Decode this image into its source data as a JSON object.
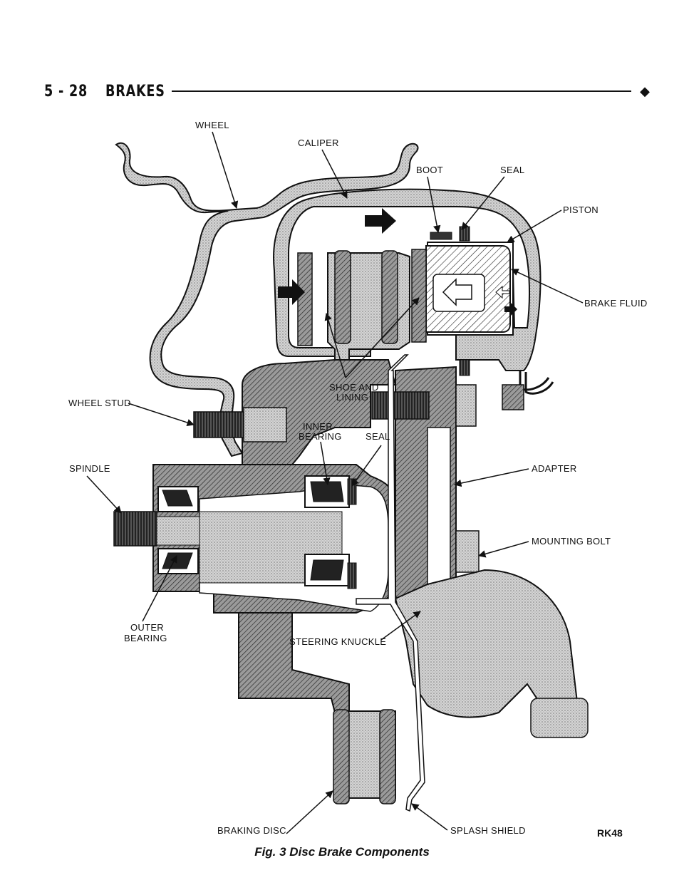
{
  "header": {
    "page_number": "5 - 28",
    "section_title": "BRAKES",
    "end_mark": "◆"
  },
  "labels": {
    "wheel": "WHEEL",
    "caliper": "CALIPER",
    "boot": "BOOT",
    "seal_top": "SEAL",
    "piston": "PISTON",
    "brake_fluid": "BRAKE FLUID",
    "shoe_and_lining_1": "SHOE AND",
    "shoe_and_lining_2": "LINING",
    "wheel_stud": "WHEEL STUD",
    "inner_bearing_1": "INNER",
    "inner_bearing_2": "BEARING",
    "seal_lower": "SEAL",
    "spindle": "SPINDLE",
    "adapter": "ADAPTER",
    "mounting_bolt": "MOUNTING BOLT",
    "outer_bearing_1": "OUTER",
    "outer_bearing_2": "BEARING",
    "steering_knuckle": "STEERING KNUCKLE",
    "braking_disc": "BRAKING DISC",
    "splash_shield": "SPLASH SHIELD"
  },
  "figure_code": "RK48",
  "caption": "Fig. 3 Disc Brake Components",
  "colors": {
    "ink": "#111111",
    "shade_dark": "#8a8a8a",
    "shade_light": "#c9c9c9",
    "paper": "#ffffff"
  }
}
